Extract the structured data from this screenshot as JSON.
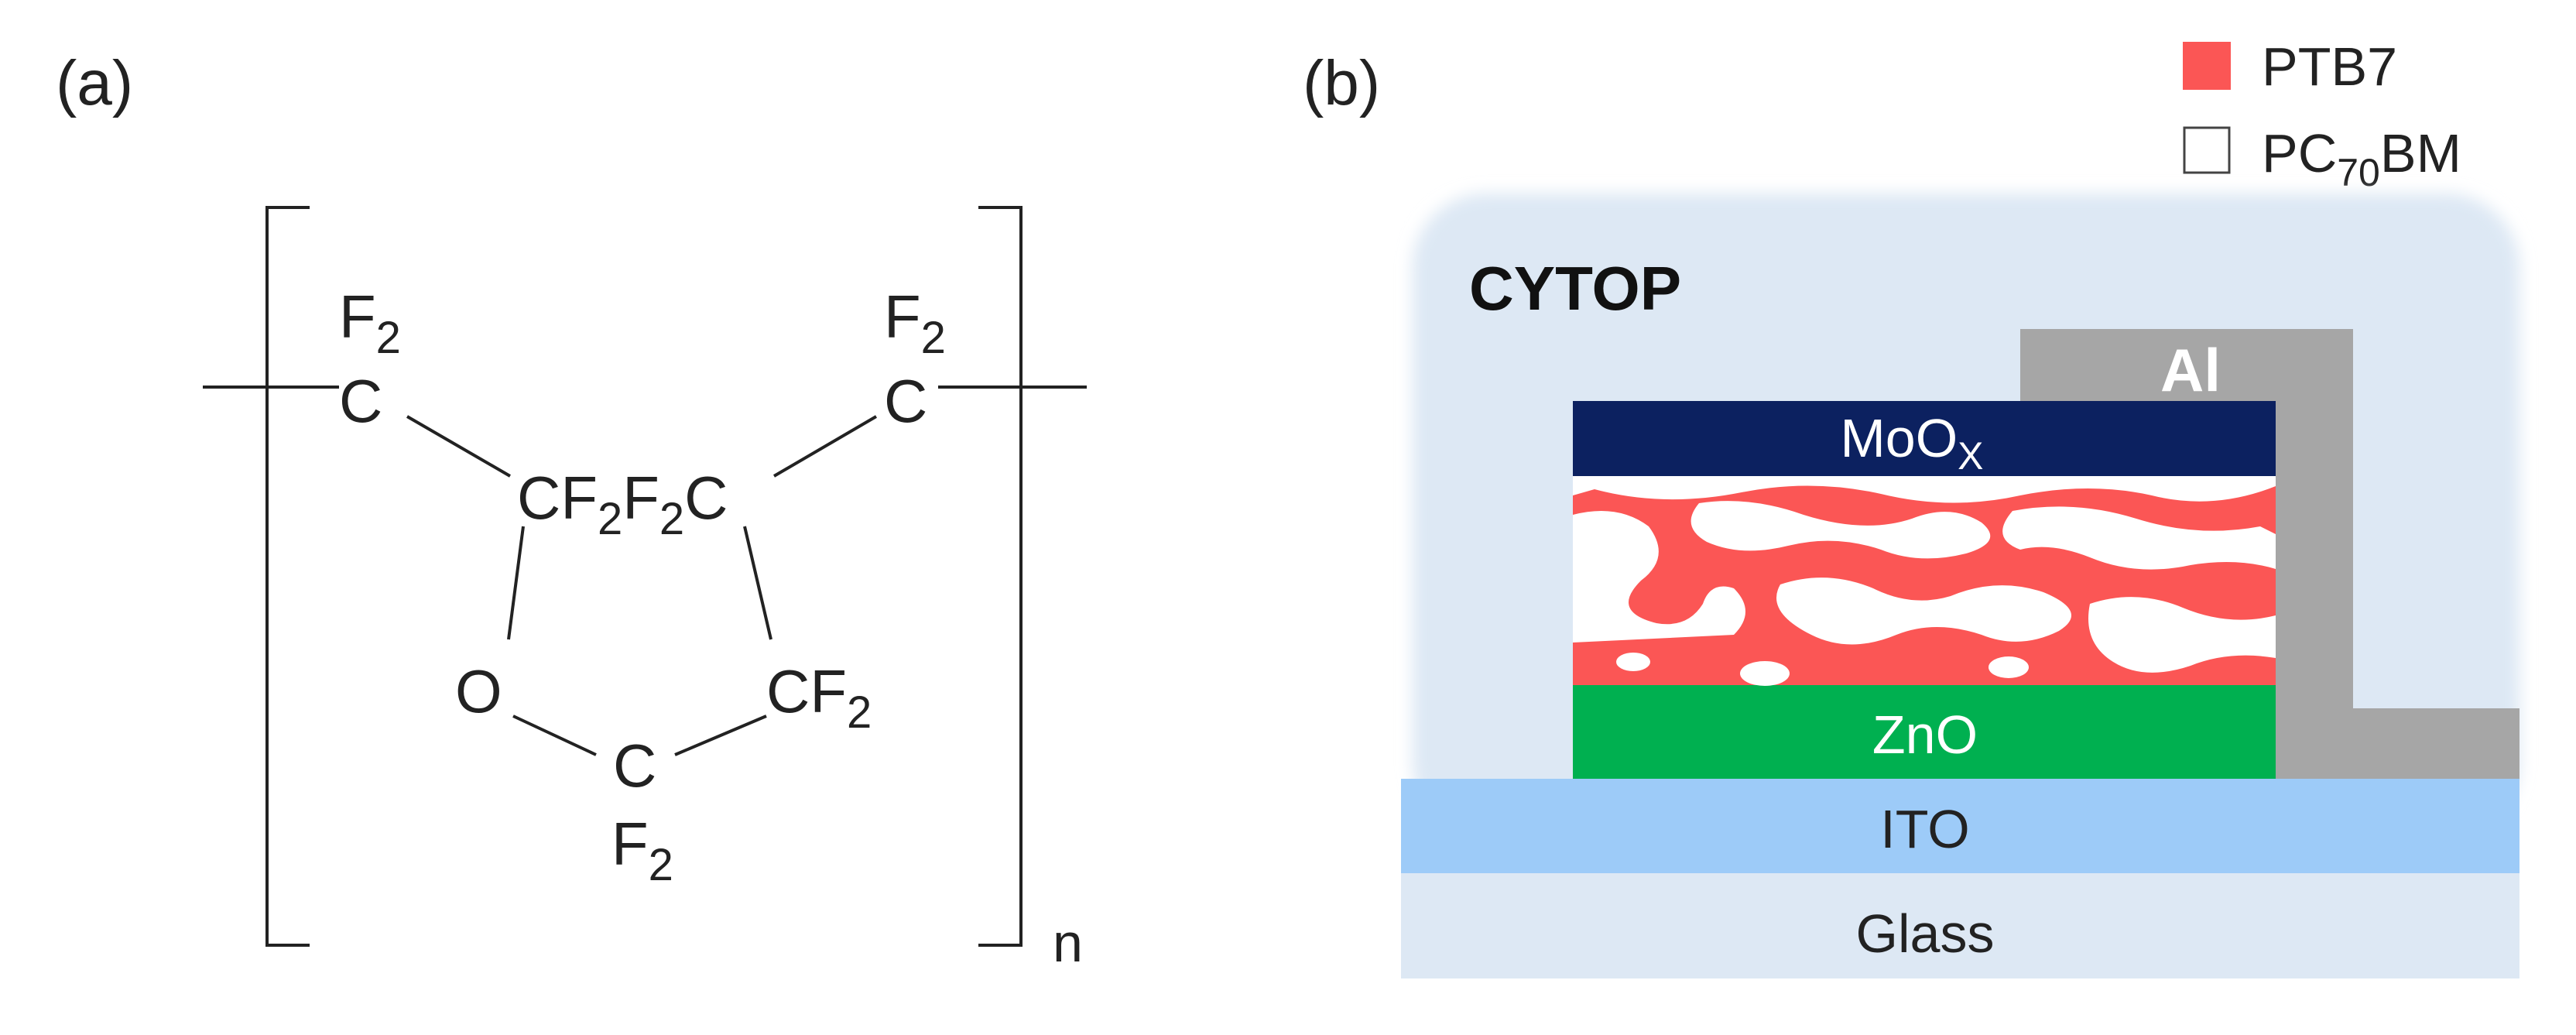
{
  "panel_a": {
    "label": "(a)",
    "repeat_subscript": "n",
    "atoms": {
      "f2_left_top": "F",
      "f2_left_top_sub": "2",
      "c_left": "C",
      "f2_right_top": "F",
      "f2_right_top_sub": "2",
      "c_right": "C",
      "cf2_ring_left_a": "CF",
      "cf2_ring_left_a_sub": "2",
      "f2c_ring_right_f": "F",
      "f2c_ring_right_sub": "2",
      "f2c_ring_right_c": "C",
      "o_ring": "O",
      "cf2_ring_lower_right": "CF",
      "cf2_ring_lower_right_sub": "2",
      "c_ring_bottom": "C",
      "f2_ring_bottom": "F",
      "f2_ring_bottom_sub": "2"
    }
  },
  "panel_b": {
    "label": "(b)",
    "legend": [
      {
        "label": "PTB7",
        "color": "#fb5655"
      },
      {
        "label": "PC",
        "sub": "70",
        "suffix": "BM",
        "color": "#ffffff"
      }
    ],
    "layers": {
      "encapsulation": {
        "label": "CYTOP",
        "color": "#dde8f4"
      },
      "electrode_top": {
        "label": "Al",
        "color": "#a6a6a6"
      },
      "hole_transport": {
        "label": "MoO",
        "sub": "X",
        "color": "#0c2160"
      },
      "active": {
        "color": "#fb5655"
      },
      "electron_transport": {
        "label": "ZnO",
        "color": "#00b050"
      },
      "electrode_bottom": {
        "label": "ITO",
        "color": "#9dcbf8"
      },
      "substrate": {
        "label": "Glass",
        "color": "#dde8f4"
      }
    }
  }
}
